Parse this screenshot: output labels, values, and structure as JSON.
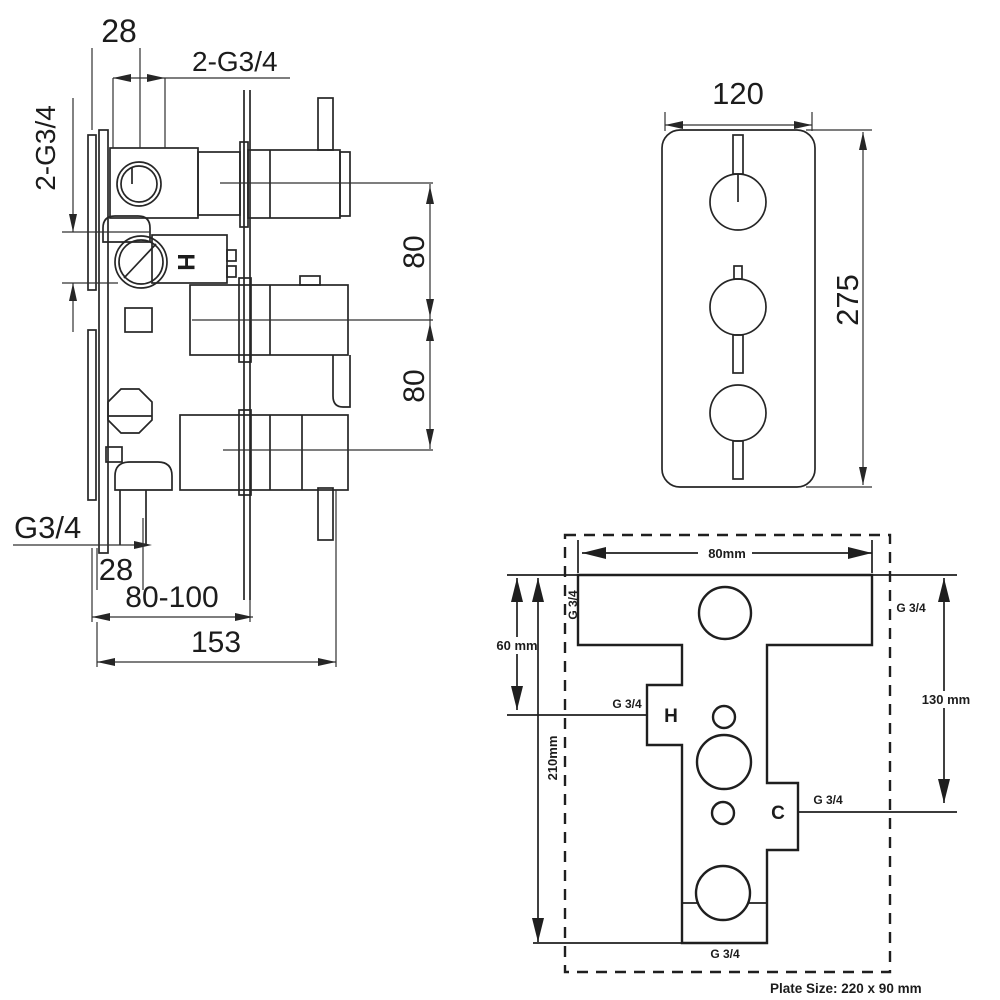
{
  "drawing": {
    "line_color": "#262626",
    "background": "#ffffff"
  },
  "side_view": {
    "dim_28_top": "28",
    "dim_2g34_top": "2-G3/4",
    "dim_2g34_left": "2-G3/4",
    "cartridge_label_h": "H",
    "dim_80_upper": "80",
    "dim_80_lower": "80",
    "label_g34_outlet": "G3/4",
    "dim_28_bottom": "28",
    "dim_80_100": "80-100",
    "dim_153": "153"
  },
  "front_view": {
    "dim_width": "120",
    "dim_height": "275"
  },
  "plan_view": {
    "dim_80mm": "80mm",
    "g34_top_left": "G 3/4",
    "g34_top_right": "G 3/4",
    "dim_60mm": "60 mm",
    "g34_hot_port": "G 3/4",
    "label_hot": "H",
    "dim_210mm": "210mm",
    "dim_130mm": "130 mm",
    "label_cold": "C",
    "g34_cold_port": "G 3/4",
    "g34_bottom_outlet": "G 3/4",
    "plate_size": "Plate Size: 220 x 90 mm"
  }
}
